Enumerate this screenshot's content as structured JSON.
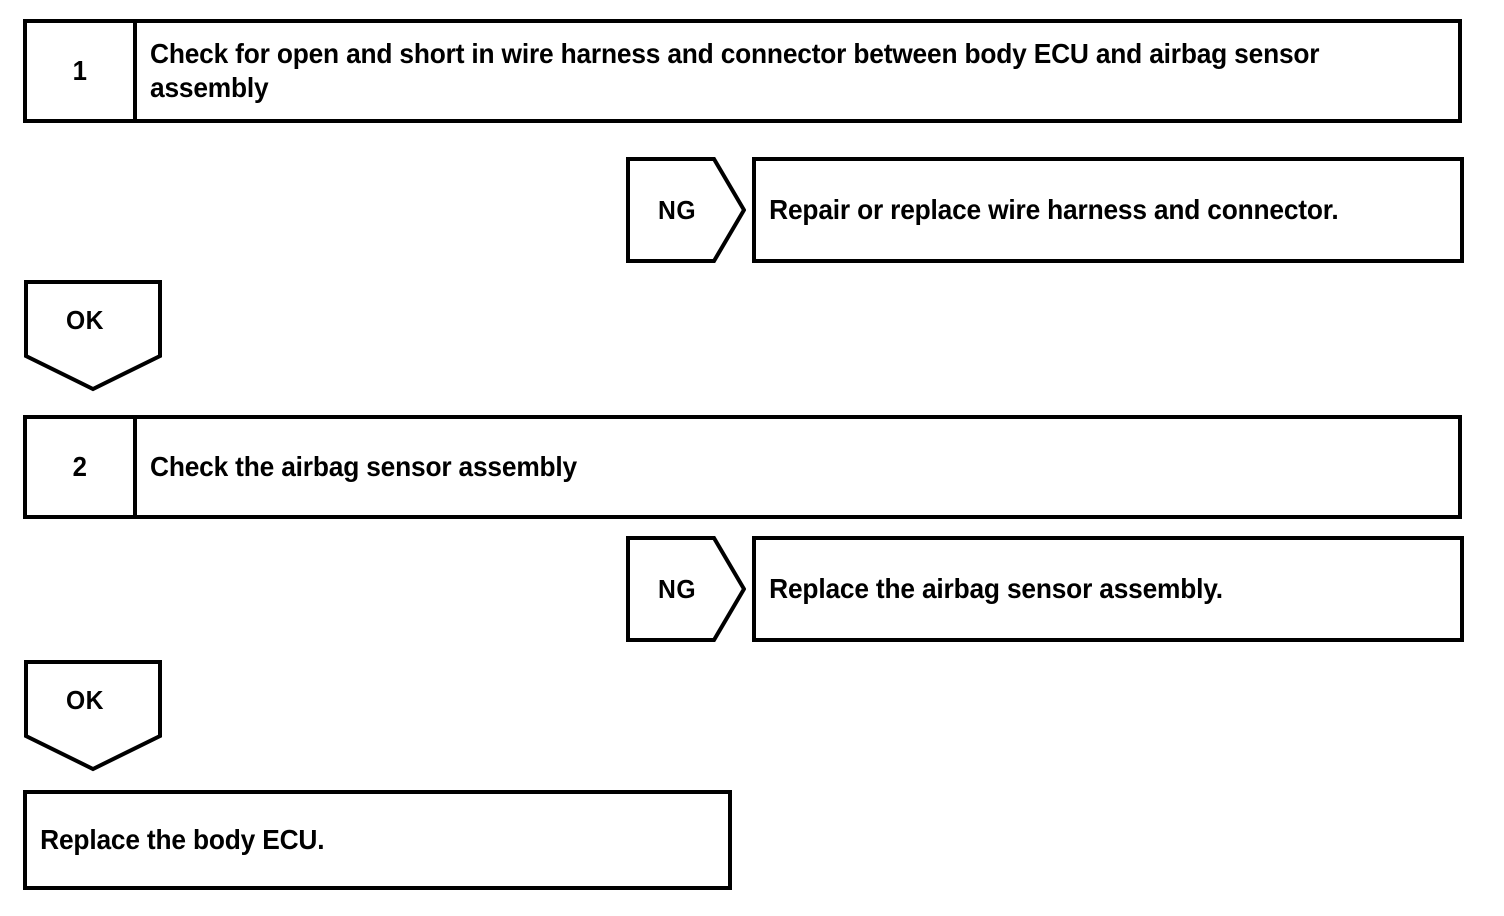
{
  "diagram": {
    "title": "Airbag / body ECU diagnostic flowchart",
    "line_color": "#000000",
    "background_color": "#ffffff",
    "steps": [
      {
        "number": "1",
        "text": "Check for open and short in wire harness and connector between body ECU and airbag sensor assembly",
        "ng_label": "NG",
        "ng_result": "Repair or replace wire harness and connector.",
        "ok_label": "OK"
      },
      {
        "number": "2",
        "text": "Check the airbag sensor assembly",
        "ng_label": "NG",
        "ng_result": "Replace the airbag sensor assembly.",
        "ok_label": "OK"
      }
    ],
    "final_result": "Replace the body ECU."
  }
}
